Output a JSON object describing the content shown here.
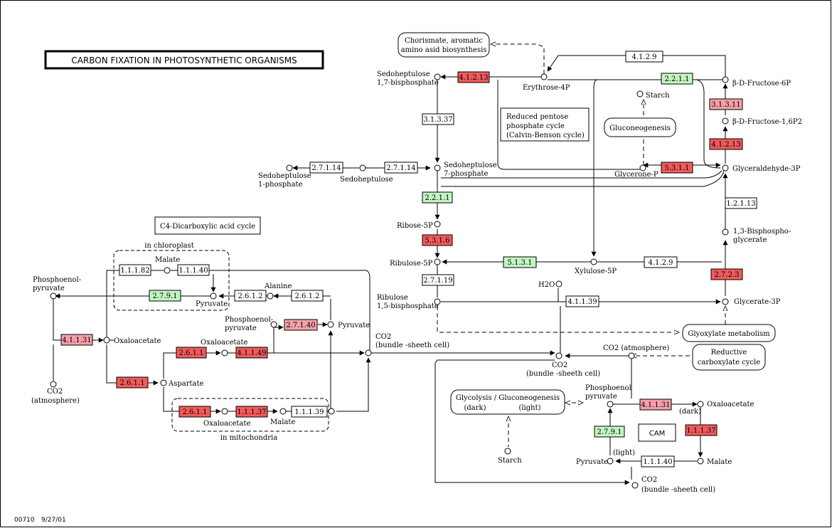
{
  "title": "CARBON FIXATION IN PHOTOSYNTHETIC ORGANISMS",
  "footer": {
    "map_id": "00710",
    "date": "9/27/01"
  },
  "colors": {
    "light_red": "#f4a0a8",
    "red": "#f05a5a",
    "green": "#c2f5c2",
    "white": "#ffffff"
  },
  "enzymes": [
    {
      "id": "e-4.1.2.9-top",
      "label": "4.1.2.9",
      "color": "white"
    },
    {
      "id": "e-4.1.2.13-top",
      "label": "4.1.2.13",
      "color": "red"
    },
    {
      "id": "e-2.2.1.1-top",
      "label": "2.2.1.1",
      "color": "green"
    },
    {
      "id": "e-3.1.3.11",
      "label": "3.1.3.11",
      "color": "light_red"
    },
    {
      "id": "e-3.1.3.37",
      "label": "3.1.3.37",
      "color": "white"
    },
    {
      "id": "e-4.1.2.13-right",
      "label": "4.1.2.13",
      "color": "red"
    },
    {
      "id": "e-5.3.1.1",
      "label": "5.3.1.1",
      "color": "red"
    },
    {
      "id": "e-2.7.1.14-a",
      "label": "2.7.1.14",
      "color": "white"
    },
    {
      "id": "e-2.7.1.14-b",
      "label": "2.7.1.14",
      "color": "white"
    },
    {
      "id": "e-2.2.1.1-mid",
      "label": "2.2.1.1",
      "color": "green"
    },
    {
      "id": "e-1.2.1.13",
      "label": "1.2.1.13",
      "color": "white"
    },
    {
      "id": "e-5.3.1.6",
      "label": "5.3.1.6",
      "color": "red"
    },
    {
      "id": "e-5.1.3.1",
      "label": "5.1.3.1",
      "color": "green"
    },
    {
      "id": "e-4.1.2.9-mid",
      "label": "4.1.2.9",
      "color": "white"
    },
    {
      "id": "e-2.7.2.3",
      "label": "2.7.2.3",
      "color": "red"
    },
    {
      "id": "e-2.7.1.19",
      "label": "2.7.1.19",
      "color": "white"
    },
    {
      "id": "e-4.1.1.39",
      "label": "4.1.1.39",
      "color": "white"
    },
    {
      "id": "e-1.1.1.82",
      "label": "1.1.1.82",
      "color": "white"
    },
    {
      "id": "e-1.1.1.40-chl",
      "label": "1.1.1.40",
      "color": "white"
    },
    {
      "id": "e-2.7.9.1-left",
      "label": "2.7.9.1",
      "color": "green"
    },
    {
      "id": "e-2.6.1.2-a",
      "label": "2.6.1.2",
      "color": "white"
    },
    {
      "id": "e-2.6.1.2-b",
      "label": "2.6.1.2",
      "color": "white"
    },
    {
      "id": "e-2.7.1.40",
      "label": "2.7.1.40",
      "color": "light_red"
    },
    {
      "id": "e-4.1.1.31-left",
      "label": "4.1.1.31",
      "color": "light_red"
    },
    {
      "id": "e-2.6.1.1-a",
      "label": "2.6.1.1",
      "color": "red"
    },
    {
      "id": "e-4.1.1.49",
      "label": "4.1.1.49",
      "color": "red"
    },
    {
      "id": "e-2.6.1.1-b",
      "label": "2.6.1.1",
      "color": "red"
    },
    {
      "id": "e-2.6.1.1-c",
      "label": "2.6.1.1",
      "color": "red"
    },
    {
      "id": "e-1.1.1.37-left",
      "label": "1.1.1.37",
      "color": "red"
    },
    {
      "id": "e-1.1.1.39",
      "label": "1.1.1.39",
      "color": "white"
    },
    {
      "id": "e-4.1.1.31-right",
      "label": "4.1.1.31",
      "color": "light_red"
    },
    {
      "id": "e-1.1.1.37-right",
      "label": "1.1.1.37",
      "color": "red"
    },
    {
      "id": "e-2.7.9.1-right",
      "label": "2.7.9.1",
      "color": "green"
    },
    {
      "id": "e-1.1.1.40-right",
      "label": "1.1.1.40",
      "color": "white"
    }
  ],
  "compounds": {
    "sedoheptulose_17bp": [
      "Sedoheptulose",
      "1,7-bisphosphate"
    ],
    "erythrose_4p": "Erythrose-4P",
    "fructose_6p": "β-D-Fructose-6P",
    "fructose_16p2": "β-D-Fructose-1,6P2",
    "starch_top": "Starch",
    "glyceraldehyde_3p": "Glyceraldehyde-3P",
    "glycerone_p": "Glycerone-P",
    "sedoheptulose_7p": [
      "Sedoheptulose",
      "7-phosphate"
    ],
    "sedoheptulose": "Sedoheptulose",
    "sedoheptulose_1p": [
      "Sedoheptulose",
      "1-phosphate"
    ],
    "ribose_5p": "Ribose-5P",
    "ribulose_5p": "Ribulose-5P",
    "xylulose_5p": "Xylulose-5P",
    "bisphosphoglycerate": [
      "1,3-Bisphospho-",
      "glycerate"
    ],
    "ribulose_15bp": [
      "Ribulose",
      "1,5-bisphosphate"
    ],
    "h2o": "H2O",
    "glycerate_3p": "Glycerate-3P",
    "malate_chl": "Malate",
    "alanine": "Alanine",
    "pep_left": [
      "Phosphoenol-",
      "pyruvate"
    ],
    "pyruvate_chl": "Pyruvate",
    "pep_mid": [
      "Phosphoenol-",
      "pyruvate"
    ],
    "pyruvate_mid": "Pyruvate",
    "oxaloacetate_left": "Oxaloacetate",
    "oxaloacetate_mid": "Oxaloacetate",
    "co2_bundle_left": [
      "CO2",
      "(bundle -sheeth cell)"
    ],
    "aspartate": "Aspartate",
    "co2_atm_left": [
      "CO2",
      "(atmosphere)"
    ],
    "oxaloacetate_mito": "Oxaloacetate",
    "malate_mito": "Malate",
    "co2_bundle_center": [
      "CO2",
      "(bundle -sheeth cell)"
    ],
    "co2_atm_right": "CO2 (atmosphere)",
    "pep_right": [
      "Phosphoenol",
      "pyruvate"
    ],
    "oxaloacetate_right": "Oxaloacetate",
    "dark_label": "(dark)",
    "light_label": "(light)",
    "starch_bottom": "Starch",
    "pyruvate_right": "Pyruvate",
    "malate_right": "Malate",
    "co2_bundle_right": [
      "CO2",
      "(bundle -sheeth cell)"
    ]
  },
  "pathways": {
    "chorismate": [
      "Chorismate, aromatic",
      "amino asid biosynthesis"
    ],
    "gluconeogenesis": "Gluconeogenesis",
    "glyoxylate": "Glyoxylate metabolism",
    "reductive": [
      "Reductive",
      "carboxylate cycle"
    ],
    "glycolysis": [
      "Glycolysis / Gluconeogenesis",
      "(dark)",
      "(light)"
    ]
  },
  "labels": {
    "calvin": [
      "Reduced pentose",
      "phosphate cycle",
      "(Calvin-Benson cycle)"
    ],
    "c4": "C4-Dicarboxylic acid cycle",
    "in_chloroplast": "in chloroplast",
    "in_mitochondria": "in mitochondria",
    "cam": "CAM"
  }
}
